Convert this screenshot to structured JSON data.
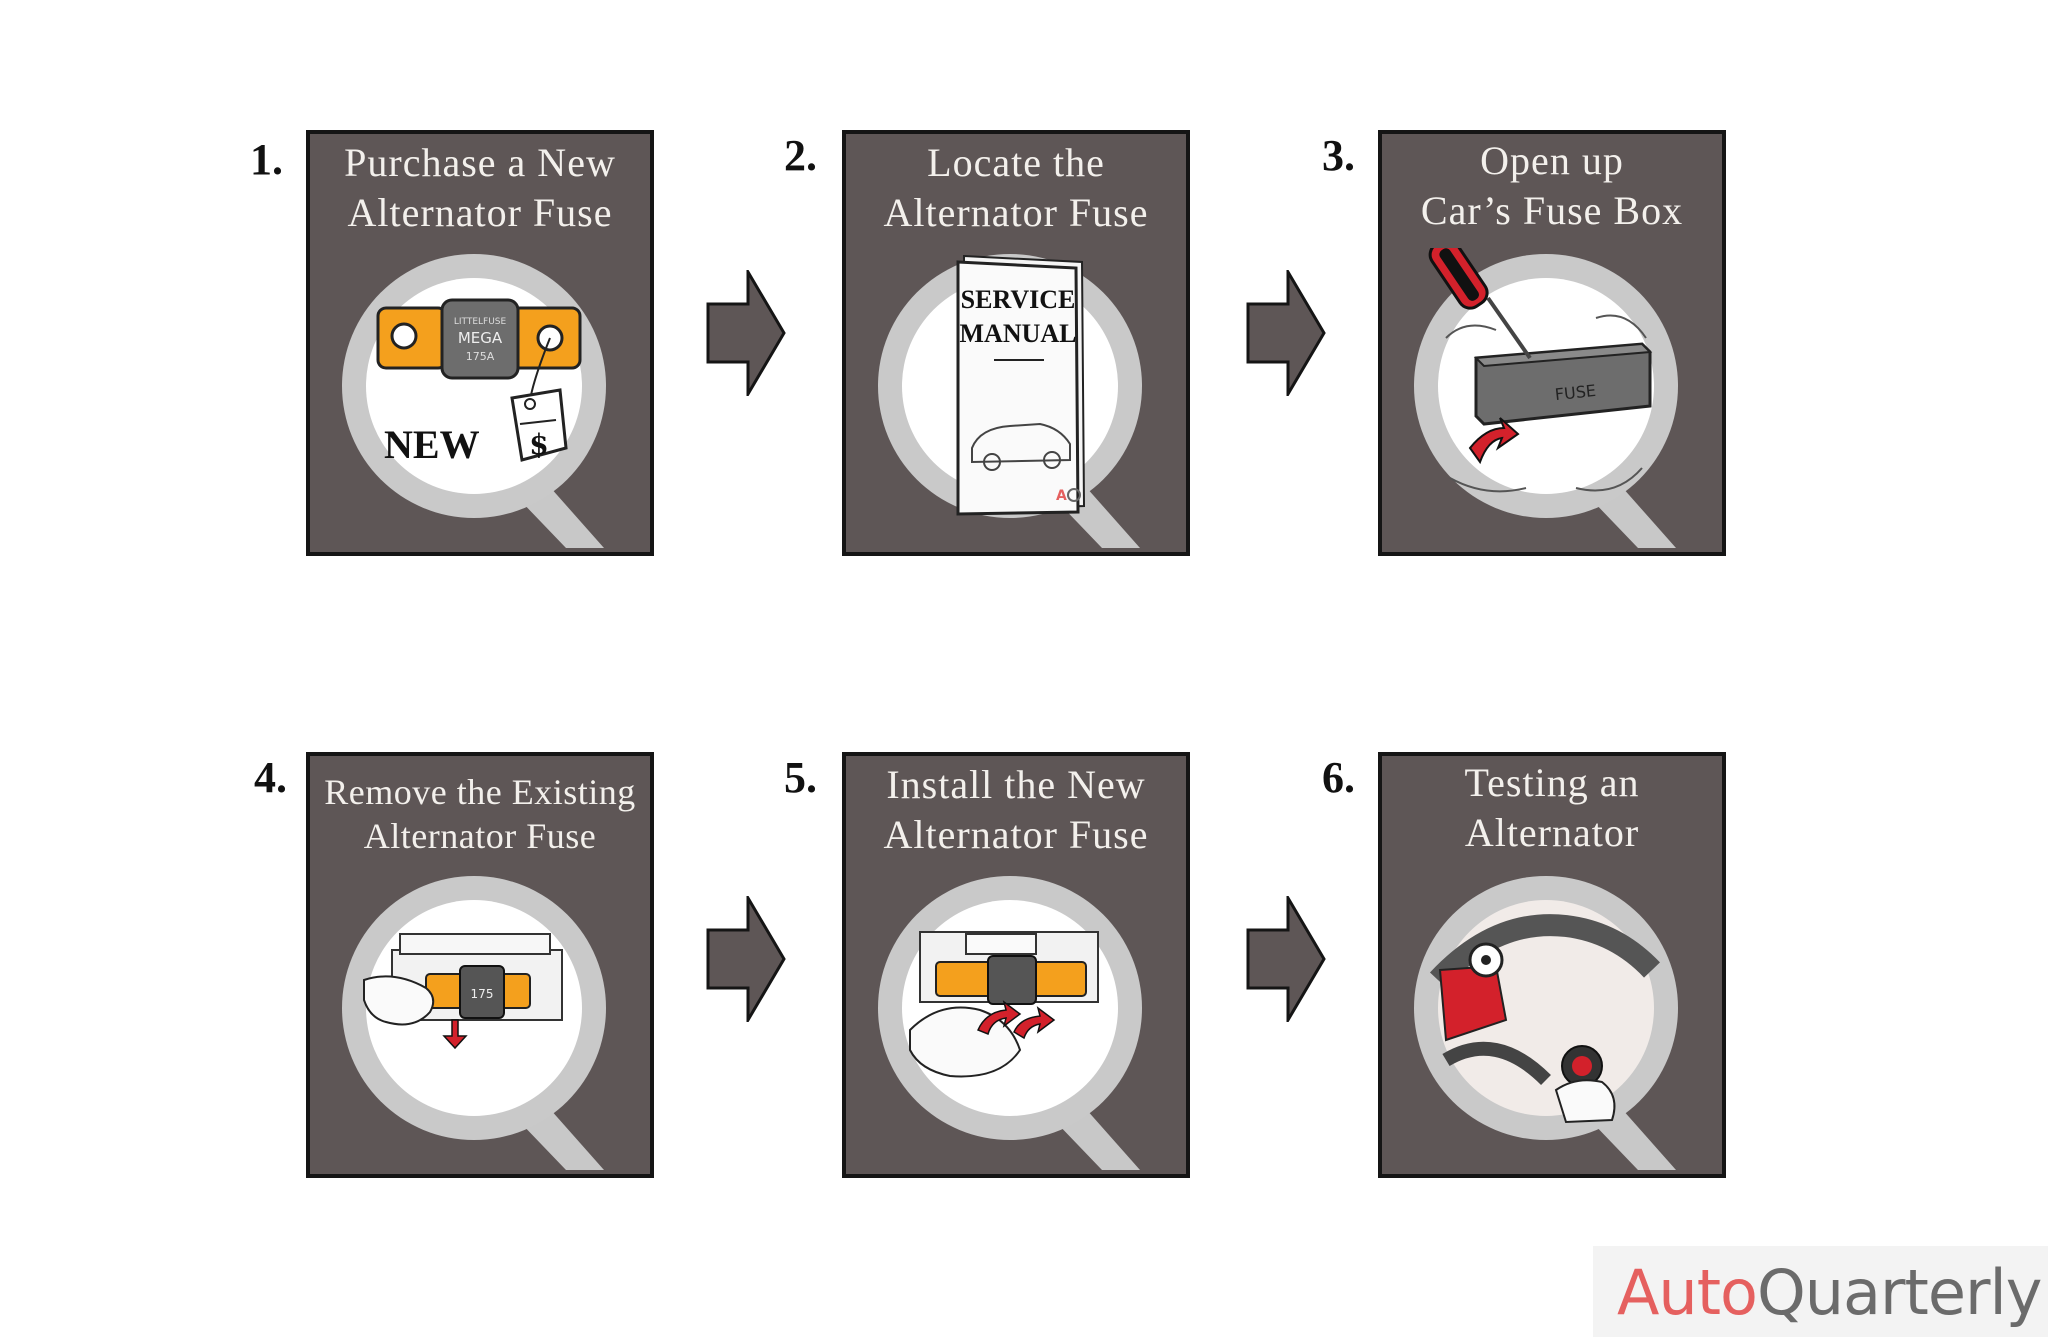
{
  "steps": [
    {
      "number": "1.",
      "title_line1": "Purchase a New",
      "title_line2": "Alternator Fuse",
      "illustration": "fuse-with-price-tag"
    },
    {
      "number": "2.",
      "title_line1": "Locate the",
      "title_line2": "Alternator Fuse",
      "illustration": "service-manual"
    },
    {
      "number": "3.",
      "title_line1": "Open up",
      "title_line2": "Car’s Fuse Box",
      "illustration": "screwdriver-fuse-box"
    },
    {
      "number": "4.",
      "title_line1": "Remove the Existing",
      "title_line2": "Alternator Fuse",
      "illustration": "hand-removing-fuse"
    },
    {
      "number": "5.",
      "title_line1": "Install the New",
      "title_line2": "Alternator Fuse",
      "illustration": "hand-installing-fuse"
    },
    {
      "number": "6.",
      "title_line1": "Testing an",
      "title_line2": "Alternator",
      "illustration": "ignition-key"
    }
  ],
  "illustration_text": {
    "fuse_brand": "LITTELFUSE",
    "fuse_model": "MEGA",
    "fuse_rating": "175A",
    "new_label": "NEW",
    "price_symbol": "$",
    "manual_line1": "SERVICE",
    "manual_line2": "MANUAL",
    "fuse_box_label": "FUSE",
    "removed_fuse_rating": "175"
  },
  "logo": {
    "part1": "Auto",
    "part2": "Quarterly"
  },
  "colors": {
    "card_bg": "#5e5656",
    "fuse_orange": "#f4a01d",
    "arrow_red": "#d3212b",
    "logo_red": "#e5605f",
    "logo_gray": "#6b6b6b"
  }
}
